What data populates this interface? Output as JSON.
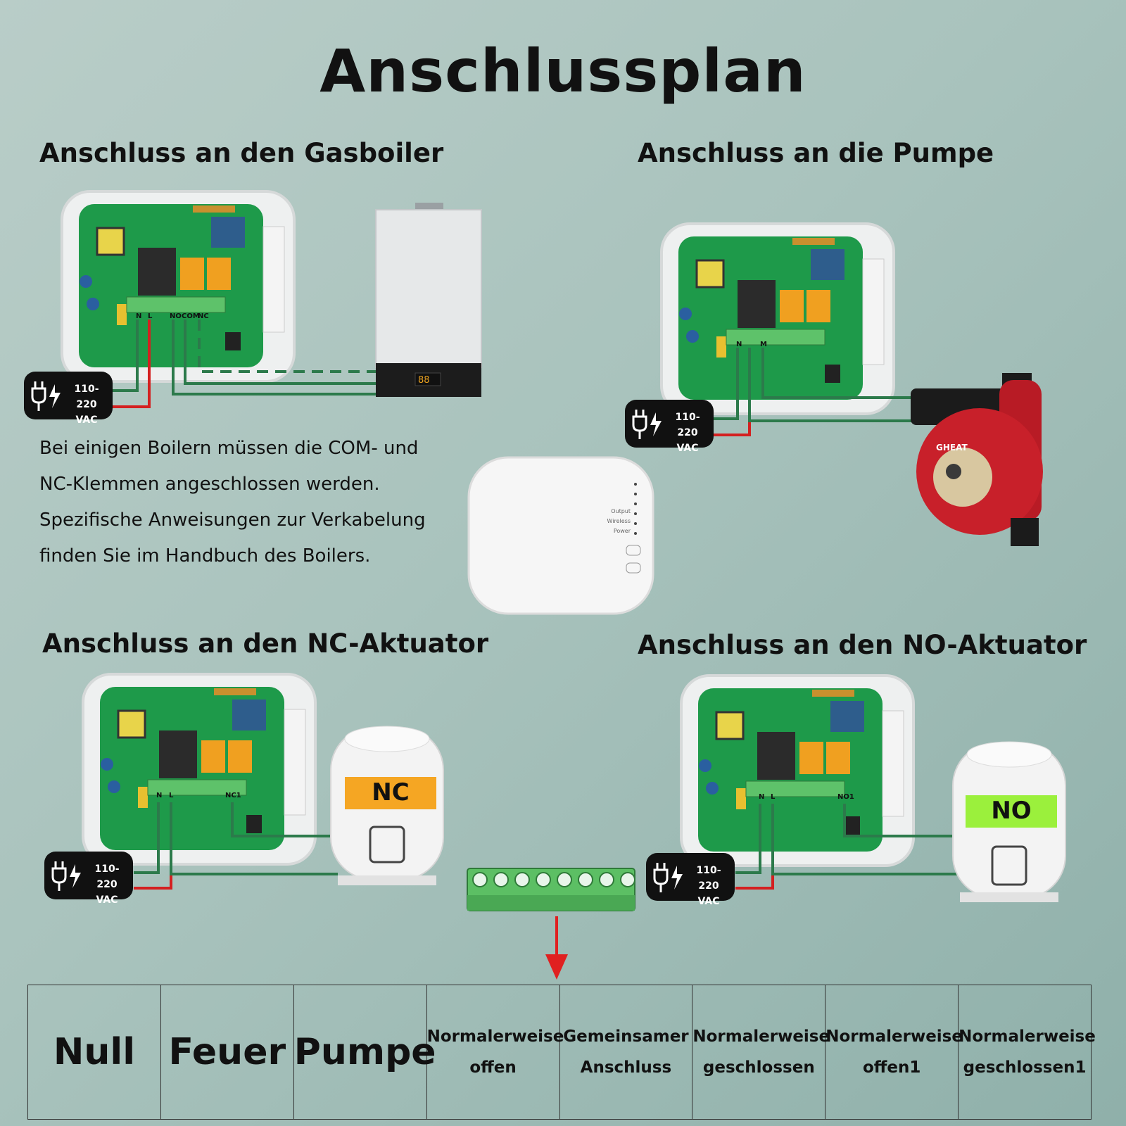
{
  "title": "Anschlussplan",
  "sections": {
    "gasboiler": "Anschluss an den Gasboiler",
    "pump": "Anschluss an die Pumpe",
    "nc_actuator": "Anschluss an den NC-Aktuator",
    "no_actuator": "Anschluss an den NO-Aktuator"
  },
  "note_lines": [
    "Bei einigen Boilern müssen die COM- und",
    "NC-Klemmen angeschlossen werden.",
    "Spezifische Anweisungen zur Verkabelung",
    "finden Sie im Handbuch des Boilers."
  ],
  "power_badge": {
    "line1": "110-220",
    "line2": "VAC"
  },
  "actuators": {
    "nc": "NC",
    "no": "NO"
  },
  "receiver_leds": [
    "Output",
    "Wireless",
    "Power"
  ],
  "terminal_labels": {
    "board1": [
      "N",
      "L",
      "NO",
      "COM",
      "NC"
    ],
    "board2": [
      "N",
      "M"
    ],
    "board3": [
      "N",
      "L",
      "NC1"
    ],
    "board4": [
      "N",
      "L",
      "NO1"
    ]
  },
  "pump_brand": "GHEAT",
  "boiler_display": "88",
  "terminal_table": {
    "cells": [
      {
        "lines": [
          "Null"
        ],
        "size": "big"
      },
      {
        "lines": [
          "Feuer"
        ],
        "size": "big"
      },
      {
        "lines": [
          "Pumpe"
        ],
        "size": "big"
      },
      {
        "lines": [
          "Normalerweise",
          "offen"
        ],
        "size": "small"
      },
      {
        "lines": [
          "Gemeinsamer",
          "Anschluss"
        ],
        "size": "small"
      },
      {
        "lines": [
          "Normalerweise",
          "geschlossen"
        ],
        "size": "small"
      },
      {
        "lines": [
          "Normalerweise",
          "offen1"
        ],
        "size": "small"
      },
      {
        "lines": [
          "Normalerweise",
          "geschlossen1"
        ],
        "size": "small"
      }
    ]
  },
  "colors": {
    "pcb": "#1e9a4a",
    "wire_green": "#2c7a4b",
    "wire_red": "#d42020",
    "nc_label": "#f5a623",
    "no_label": "#9bf03c",
    "pump": "#c8202a",
    "arrow": "#e02020"
  }
}
